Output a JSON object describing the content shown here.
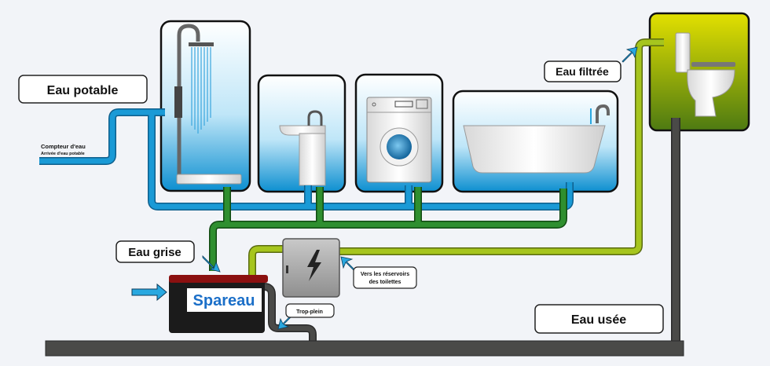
{
  "labels": {
    "eau_potable": "Eau potable",
    "eau_filtree": "Eau filtrée",
    "eau_grise": "Eau grise",
    "eau_usee": "Eau usée",
    "compteur_title": "Compteur d'eau",
    "compteur_subtitle": "Arrivée d'eau potable",
    "vers_reservoirs_line1": "Vers les réservoirs",
    "vers_reservoirs_line2": "des toilettes",
    "trop_plein": "Trop-plein",
    "brand": "Spareau"
  },
  "fixtures": [
    {
      "name": "Douche"
    },
    {
      "name": "Lavabo"
    },
    {
      "name": "Lave-linge"
    },
    {
      "name": "Baignoire"
    },
    {
      "name": "WC"
    }
  ],
  "colors": {
    "background": "#f2f4f8",
    "potable_pipe": "#1a9ad6",
    "grey_pipe": "#2f8f2f",
    "filtered_pipe": "#a6c51e",
    "waste_pipe": "#4a4a48",
    "tank_lid": "#8b1010",
    "tank_body": "#1b1b1b",
    "wc_panel_top": "#e3e000",
    "wc_panel_bottom": "#4e7a12",
    "fixture_panel_top": "#ffffff",
    "fixture_panel_bottom": "#0d8fd0",
    "arrow": "#29a8e0"
  }
}
